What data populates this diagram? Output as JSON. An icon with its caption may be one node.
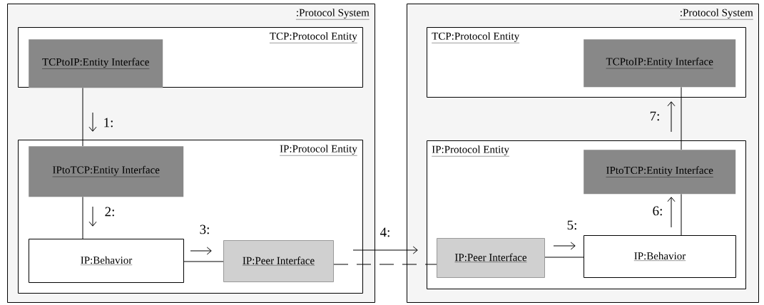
{
  "diagram": {
    "nodes": [
      {
        "text": [
          ":Protocol System"
        ]
      },
      {
        "text": [
          "TCP:Protocol Entity"
        ],
        "in": 0
      },
      {
        "text": [
          "TCPtoIP:Entity Interface"
        ],
        "in": 1
      },
      {
        "text": [
          "IP:Protocol Entity"
        ],
        "in": 0
      },
      {
        "text": [
          "IPtoTCP:Entity Interface"
        ],
        "in": 3
      },
      {
        "text": [
          "IP:Behavior"
        ],
        "in": 3
      },
      {
        "text": [
          "IP:Peer Interface"
        ],
        "in": 3
      },
      {
        "text": [
          ":Protocol System"
        ]
      },
      {
        "text": [
          "TCP:Protocol Entity"
        ],
        "in": 7
      },
      {
        "text": [
          "TCPtoIP:Entity Interface"
        ],
        "in": 8
      },
      {
        "text": [
          "IP:Protocol Entity"
        ],
        "in": 7
      },
      {
        "text": [
          "IPtoTCP:Entity Interface"
        ],
        "in": 10
      },
      {
        "text": [
          "IP:Peer Interface"
        ],
        "in": 10
      },
      {
        "text": [
          "IP:Behavior"
        ],
        "in": 10
      }
    ],
    "edges": [
      {
        "from": 2,
        "to": 4,
        "arrow": "none",
        "label": "1:"
      },
      {
        "from": 4,
        "to": 5,
        "arrow": "none",
        "label": "2:"
      },
      {
        "from": 5,
        "to": 6,
        "arrow": "none",
        "label": "3:"
      },
      {
        "from": 6,
        "to": 12,
        "arrow": "none",
        "label": "4:",
        "style": "dashed"
      },
      {
        "from": 12,
        "to": 13,
        "arrow": "none",
        "label": "5:"
      },
      {
        "from": 13,
        "to": 11,
        "arrow": "none",
        "label": "6:"
      },
      {
        "from": 11,
        "to": 9,
        "arrow": "none",
        "label": "7:"
      }
    ]
  }
}
